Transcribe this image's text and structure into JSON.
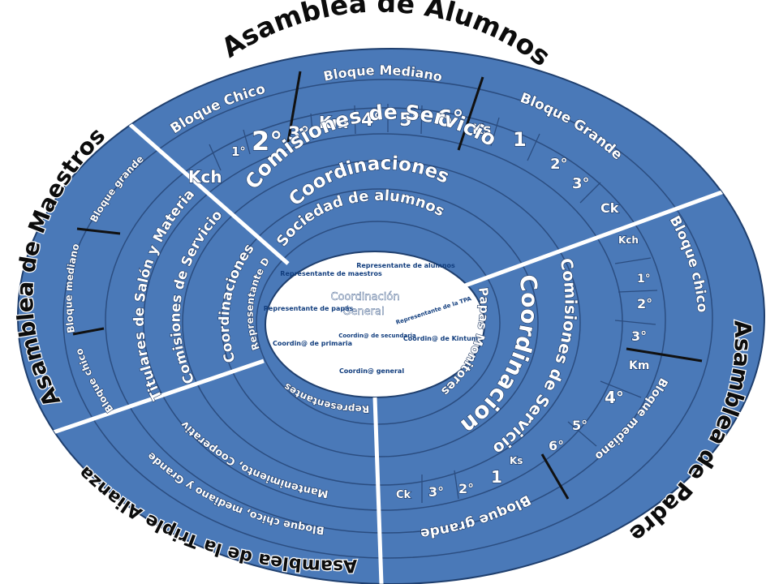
{
  "titles": {
    "alumnos": "Asamblea de Alumnos",
    "maestros": "Asamblea de Maestros",
    "padres": "Asamblea de Padres",
    "triple": "Asamblea de la Triple Alianza"
  },
  "alumnos": {
    "bloque_chico": "Bloque Chico",
    "bloque_mediano": "Bloque Mediano",
    "bloque_grande": "Bloque Grande",
    "grades": [
      "Kch",
      "1°",
      "2°",
      "3°",
      "Km",
      "4°",
      "5°",
      "6°",
      "Ks",
      "1",
      "2°",
      "3°",
      "Ck"
    ],
    "comisiones": "Comisiones de Servicio",
    "coordinaciones": "Coordinaciones",
    "sociedad": "Sociedad de alumnos"
  },
  "maestros": {
    "bloque_grande": "Bloque grande",
    "bloque_mediano": "Bloque mediano",
    "bloque_chico": "Bloque chico",
    "titulares": "Titulares de Salón y Materia",
    "comisiones": "Comisiones de Servicio",
    "coordinaciones": "Coordinaciones",
    "representante": "Representante De maestros"
  },
  "padres": {
    "bloque_chico": "Bloque chico",
    "bloque_mediano": "Bloque mediano",
    "bloque_grande": "Bloque grande",
    "grades": [
      "Kch",
      "1°",
      "2°",
      "3°",
      "Km",
      "4°",
      "5°",
      "6°",
      "Ks",
      "1",
      "2°",
      "3°",
      "Ck"
    ],
    "comisiones": "Comisiones de Servicio",
    "coordinaciones": "Coordinaciones",
    "monitores": "Papas Monitores"
  },
  "triple": {
    "line1": "Bloque chico, mediano y Grande",
    "line2": "Mantenimiento, Cooperativa y Limpieza",
    "representantes": "Representantes"
  },
  "center": {
    "title": "Coordinación General",
    "items": [
      "Representante de maestros",
      "Representante de alumnos",
      "Representante de papás",
      "Representante de la TPA",
      "Coordin@ de primaria",
      "Coordin@ de secundaria",
      "Coordin@ de Kintum",
      "Coordin@ general"
    ]
  },
  "colors": {
    "ring_fill": "#4a79b8",
    "ring_stroke": "#1f3f6e",
    "center_text": "#123e7e"
  }
}
